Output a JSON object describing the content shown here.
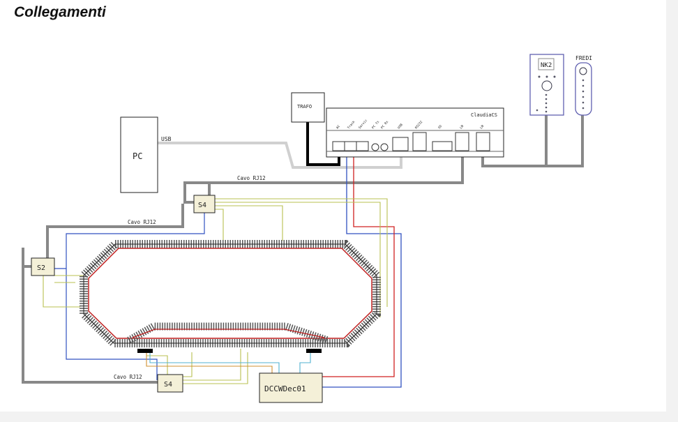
{
  "title": "Collegamenti",
  "diagram": {
    "pc": "PC",
    "usb_label": "USB",
    "trafo": "TRAFO",
    "central": "ClaudiaCS",
    "ports": [
      "AC",
      "Track",
      "Servic",
      "PC Tx",
      "PC Rx",
      "USB",
      "RS232",
      "SD",
      "LN",
      "LN"
    ],
    "nk2": "NK2",
    "fredi": "FREDI",
    "cable_top": "Cavo RJ12",
    "cable_left": "Cavo RJ12",
    "cable_bottom": "Cavo RJ12",
    "s4_top": "S4",
    "s2": "S2",
    "s4_bottom": "S4",
    "decoder": "DCCWDec01"
  }
}
